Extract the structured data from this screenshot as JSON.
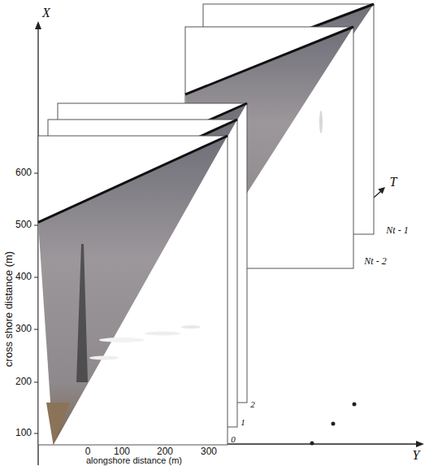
{
  "diagram": {
    "labels": [
      "X",
      "T",
      "Y",
      "cross shore distance (m)",
      "600",
      "500",
      "400",
      "300",
      "200",
      "100",
      "0",
      "100",
      "200",
      "300",
      "alongshore distance (m)",
      "0",
      "1",
      "2",
      "Nt - 2",
      "Nt - 1"
    ]
  }
}
